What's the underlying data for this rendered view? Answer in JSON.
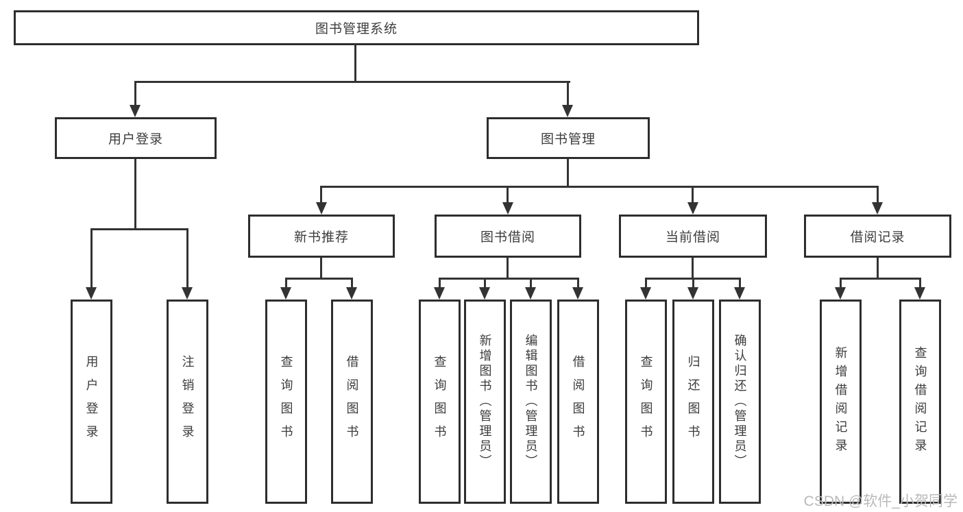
{
  "colors": {
    "line": "#333333",
    "border": "#2d2d2d",
    "bg": "#ffffff",
    "text": "#3c3c3c",
    "watermark": "#b9b9b9"
  },
  "root": {
    "label": "图书管理系统"
  },
  "level2": {
    "user_login": {
      "label": "用户登录"
    },
    "book_mgmt": {
      "label": "图书管理"
    }
  },
  "level3": {
    "new_book_rec": {
      "label": "新书推荐"
    },
    "book_borrow": {
      "label": "图书借阅"
    },
    "current_borrow": {
      "label": "当前借阅"
    },
    "borrow_record": {
      "label": "借阅记录"
    }
  },
  "leaves": {
    "user_login": [
      "用户登录",
      "注销登录"
    ],
    "new_book_rec": [
      "查询图书",
      "借阅图书"
    ],
    "book_borrow": [
      "查询图书",
      "新增图书（管理员）",
      "编辑图书（管理员）",
      "借阅图书"
    ],
    "current_borrow": [
      "查询图书",
      "归还图书",
      "确认归还（管理员）"
    ],
    "borrow_record": [
      "新增借阅记录",
      "查询借阅记录"
    ]
  },
  "watermark": {
    "text": "CSDN @软件_小贺同学"
  }
}
